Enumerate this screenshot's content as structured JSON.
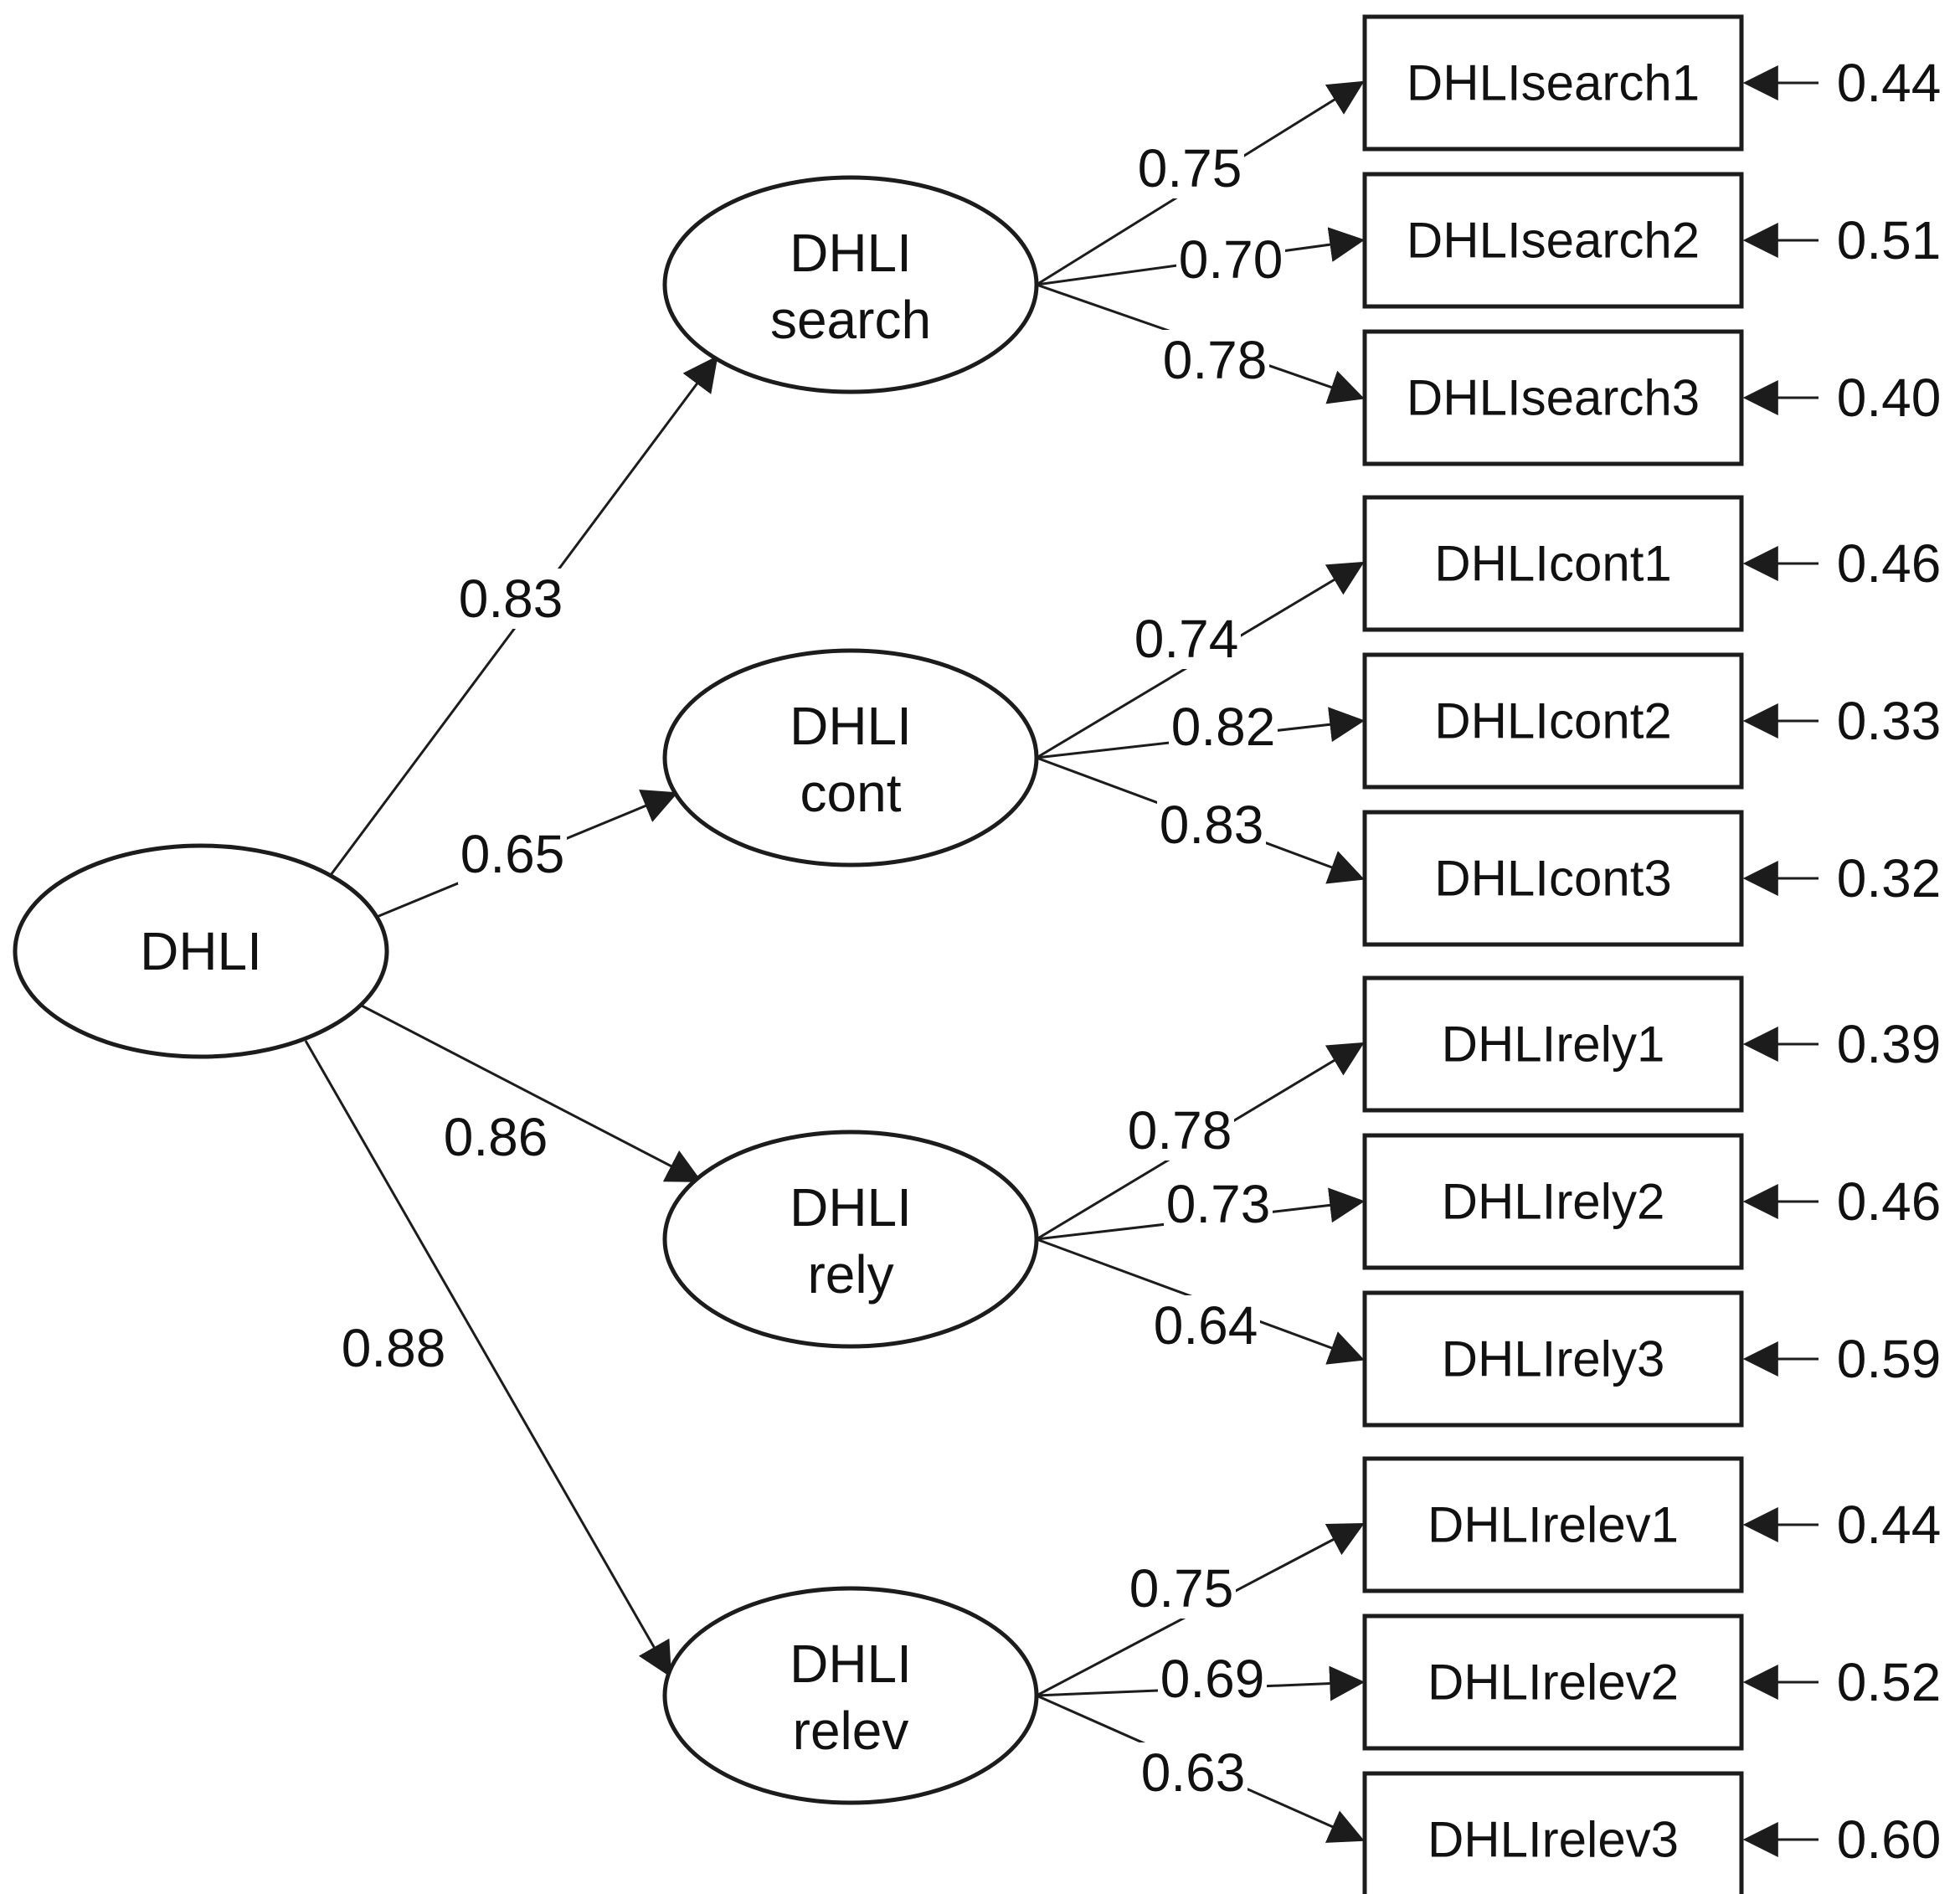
{
  "model": {
    "type": "sem-cfa-path-diagram",
    "colors": {
      "stroke": "#1c1c1c",
      "background": "#ffffff",
      "text": "#111111"
    },
    "root": {
      "label": "DHLI"
    },
    "factors": [
      {
        "label_line1": "DHLI",
        "label_line2": "search",
        "path_coefficient": "0.83",
        "indicators": [
          {
            "name": "DHLIsearch1",
            "loading": "0.75",
            "error": "0.44"
          },
          {
            "name": "DHLIsearch2",
            "loading": "0.70",
            "error": "0.51"
          },
          {
            "name": "DHLIsearch3",
            "loading": "0.78",
            "error": "0.40"
          }
        ]
      },
      {
        "label_line1": "DHLI",
        "label_line2": "cont",
        "path_coefficient": "0.65",
        "indicators": [
          {
            "name": "DHLIcont1",
            "loading": "0.74",
            "error": "0.46"
          },
          {
            "name": "DHLIcont2",
            "loading": "0.82",
            "error": "0.33"
          },
          {
            "name": "DHLIcont3",
            "loading": "0.83",
            "error": "0.32"
          }
        ]
      },
      {
        "label_line1": "DHLI",
        "label_line2": "rely",
        "path_coefficient": "0.86",
        "indicators": [
          {
            "name": "DHLIrely1",
            "loading": "0.78",
            "error": "0.39"
          },
          {
            "name": "DHLIrely2",
            "loading": "0.73",
            "error": "0.46"
          },
          {
            "name": "DHLIrely3",
            "loading": "0.64",
            "error": "0.59"
          }
        ]
      },
      {
        "label_line1": "DHLI",
        "label_line2": "relev",
        "path_coefficient": "0.88",
        "indicators": [
          {
            "name": "DHLIrelev1",
            "loading": "0.75",
            "error": "0.44"
          },
          {
            "name": "DHLIrelev2",
            "loading": "0.69",
            "error": "0.52"
          },
          {
            "name": "DHLIrelev3",
            "loading": "0.63",
            "error": "0.60"
          }
        ]
      }
    ]
  }
}
